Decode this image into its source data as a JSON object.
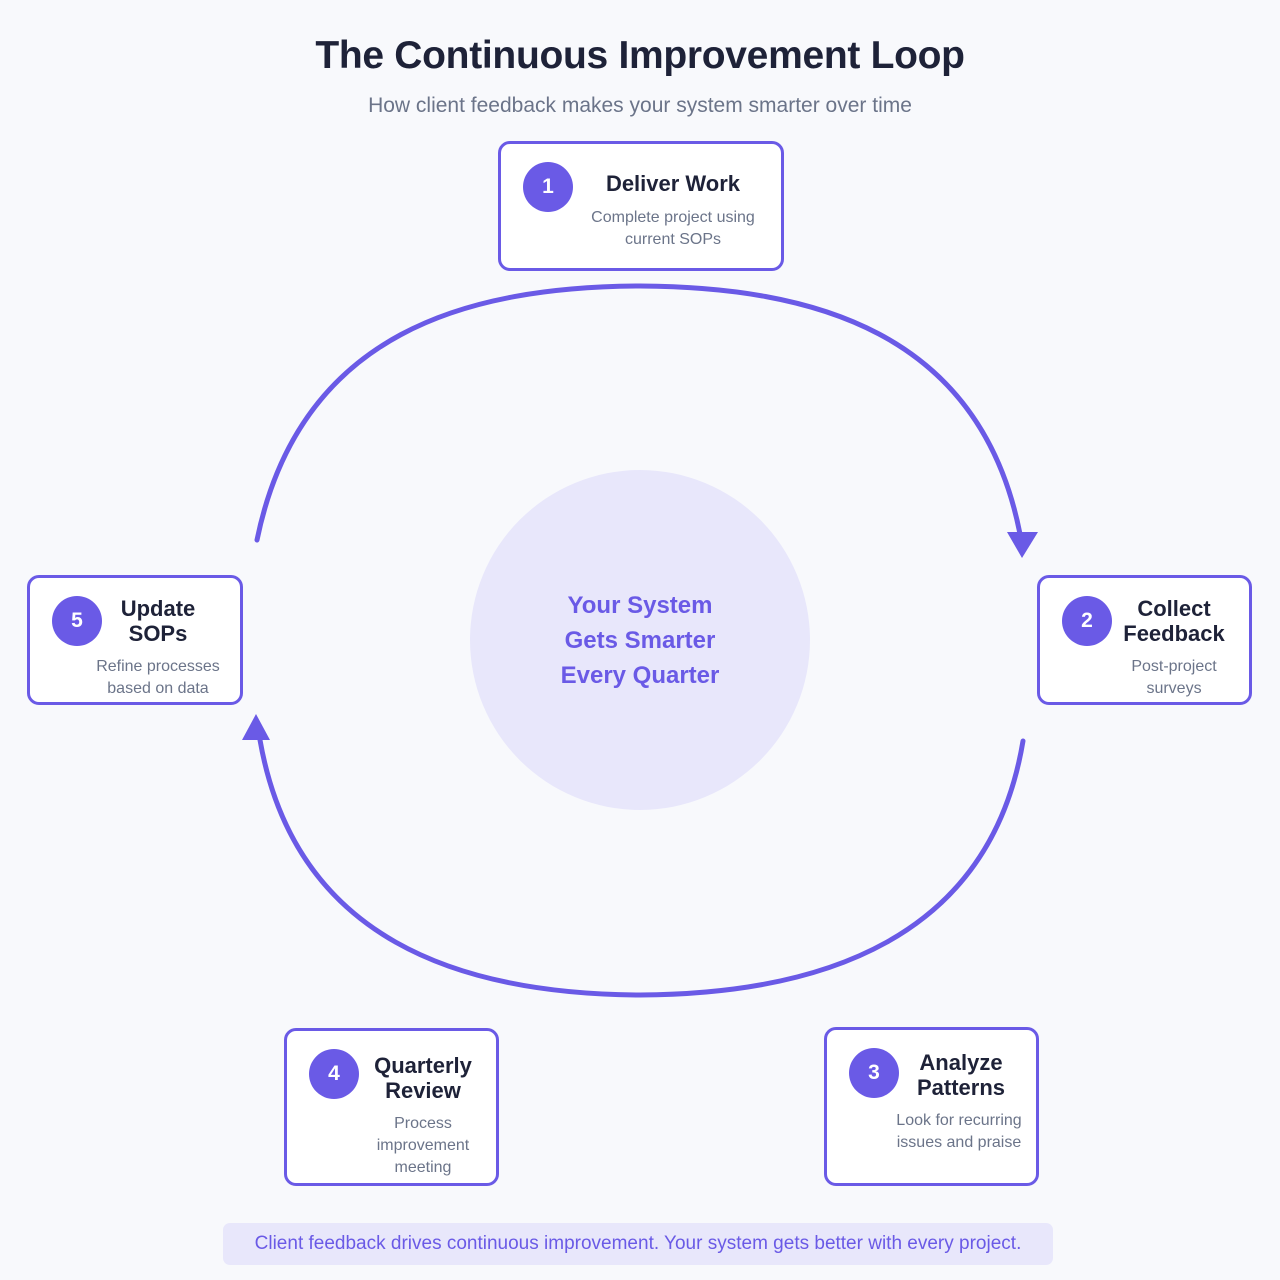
{
  "title": "The Continuous Improvement Loop",
  "subtitle": "How client feedback makes your system smarter over time",
  "center": {
    "lines": [
      "Your System",
      "Gets Smarter",
      "Every Quarter"
    ]
  },
  "steps": [
    {
      "number": "1",
      "title": "Deliver Work",
      "description": "Complete project using current SOPs"
    },
    {
      "number": "2",
      "title": "Collect Feedback",
      "description": "Post-project surveys"
    },
    {
      "number": "3",
      "title": "Analyze Patterns",
      "description": "Look for recurring issues and praise"
    },
    {
      "number": "4",
      "title": "Quarterly Review",
      "description": "Process improvement meeting"
    },
    {
      "number": "5",
      "title": "Update SOPs",
      "description": "Refine processes based on data"
    }
  ],
  "footer": "Client feedback drives continuous improvement. Your system gets better with every project.",
  "colors": {
    "accent": "#6a5ae6",
    "center_fill": "#e8e7fb",
    "text_dark": "#1e2238",
    "text_muted": "#6b7489"
  }
}
